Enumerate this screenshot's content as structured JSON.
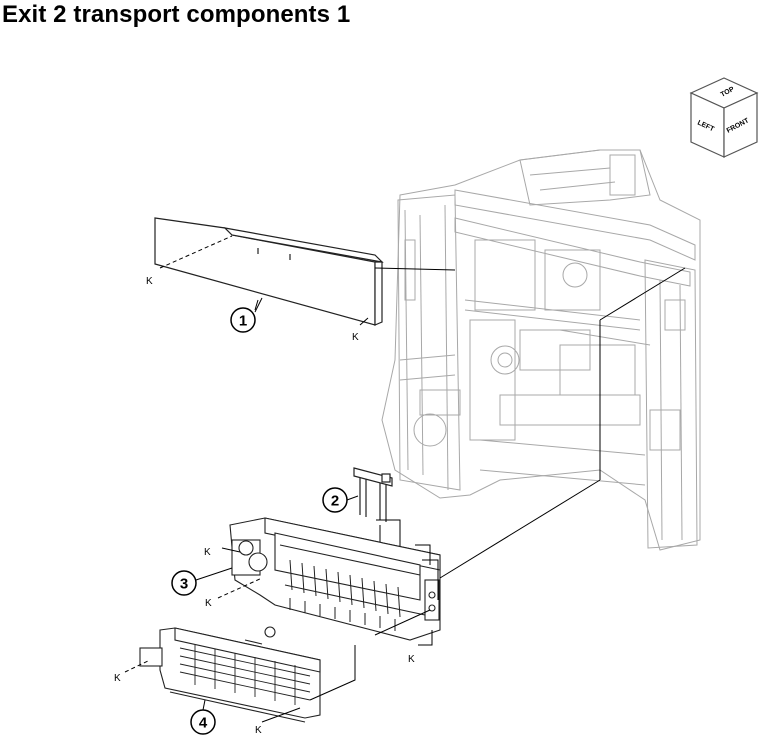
{
  "title": "Exit 2 transport components 1",
  "orientation_cube": {
    "top": "TOP",
    "left": "LEFT",
    "front": "FRONT"
  },
  "callouts": [
    "1",
    "2",
    "3",
    "4"
  ],
  "ref_label": "K",
  "colors": {
    "line": "#000000",
    "frame": "#9a9a9a",
    "part": "#333333"
  }
}
